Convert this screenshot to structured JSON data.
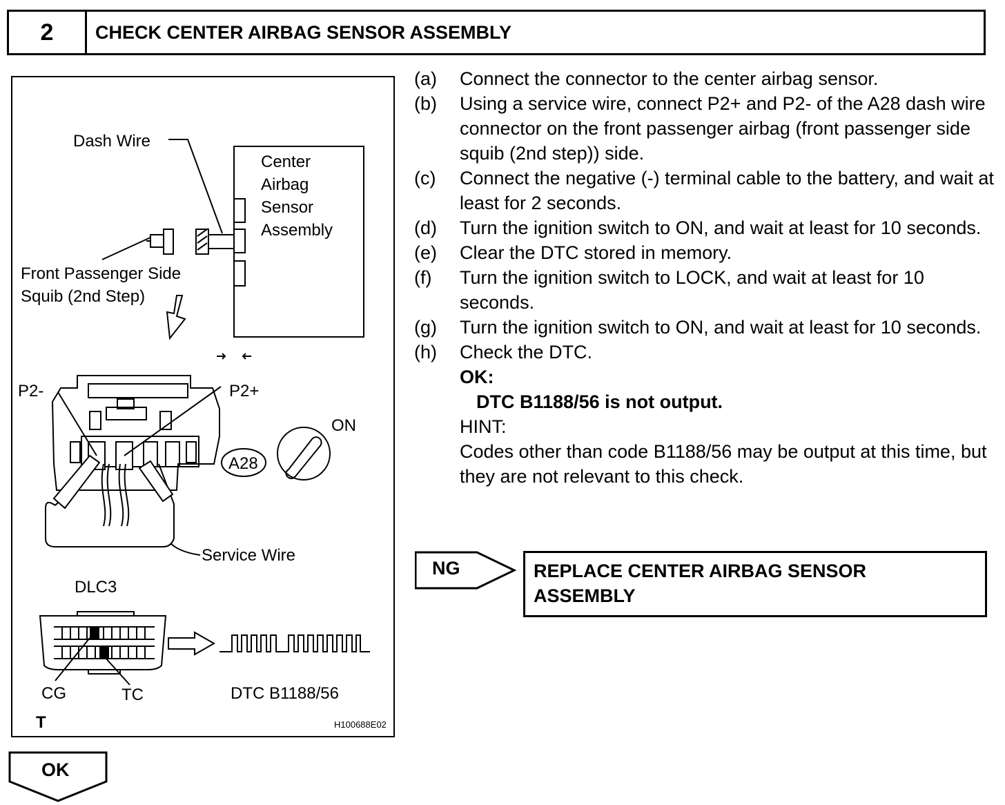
{
  "header": {
    "step_number": "2",
    "title": "CHECK CENTER AIRBAG SENSOR ASSEMBLY"
  },
  "figure": {
    "labels": {
      "dash_wire": "Dash Wire",
      "center_1": "Center",
      "center_2": "Airbag",
      "center_3": "Sensor",
      "center_4": "Assembly",
      "front_1": "Front Passenger Side",
      "front_2": "Squib (2nd Step)",
      "p2_minus": "P2-",
      "p2_plus": "P2+",
      "on": "ON",
      "a28": "A28",
      "service_wire": "Service Wire",
      "dlc3": "DLC3",
      "cg": "CG",
      "tc": "TC",
      "dtc": "DTC B1188/56",
      "corner_t": "T",
      "figure_id": "H100688E02"
    }
  },
  "steps": [
    {
      "label": "(a)",
      "text": "Connect the connector to the center airbag sensor."
    },
    {
      "label": "(b)",
      "text": "Using a service wire, connect P2+ and P2- of the A28 dash wire connector on the front passenger airbag (front passenger side squib (2nd step)) side."
    },
    {
      "label": "(c)",
      "text": "Connect the negative (-) terminal cable to the battery, and wait at least for 2 seconds."
    },
    {
      "label": "(d)",
      "text": "Turn the ignition switch to ON, and wait at least for 10 seconds."
    },
    {
      "label": "(e)",
      "text": "Clear the DTC stored in memory."
    },
    {
      "label": "(f)",
      "text": "Turn the ignition switch to LOCK, and wait at least for 10 seconds."
    },
    {
      "label": "(g)",
      "text": "Turn the ignition switch to ON, and wait at least for 10 seconds."
    },
    {
      "label": "(h)",
      "text": "Check the DTC."
    }
  ],
  "ok_block": {
    "label": "OK:",
    "result": "DTC B1188/56 is not output.",
    "hint_label": "HINT:",
    "hint_text": "Codes other than code B1188/56 may be output at this time, but they are not relevant to this check."
  },
  "ng": {
    "tag": "NG",
    "action_line1": "REPLACE CENTER AIRBAG SENSOR",
    "action_line2": "ASSEMBLY"
  },
  "ok_tag": "OK"
}
